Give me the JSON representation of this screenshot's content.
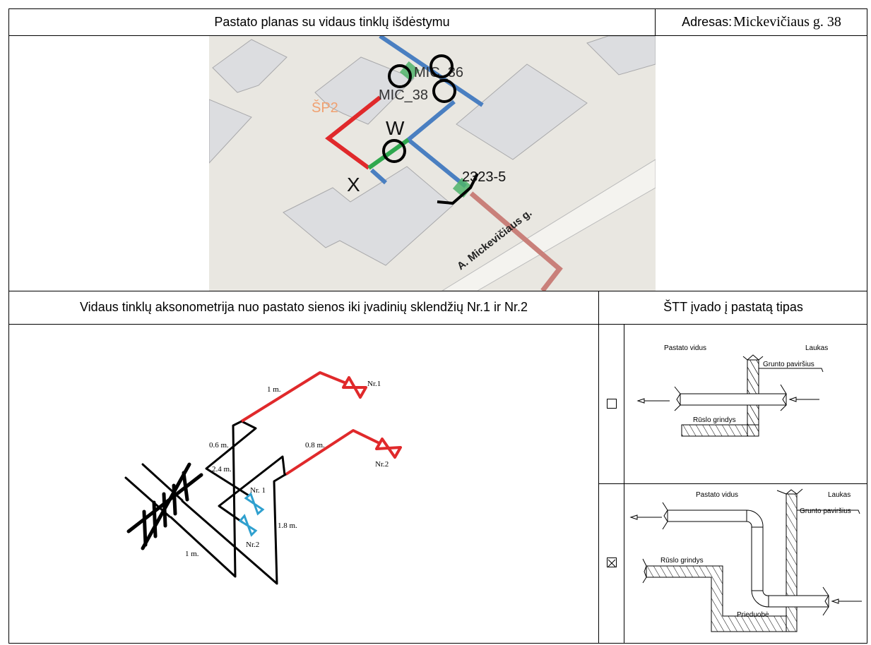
{
  "header": {
    "title": "Pastato planas su vidaus tinklų išdėstymu",
    "address_label": "Adresas:",
    "address_value": "Mickevičiaus g. 38"
  },
  "map": {
    "labels": {
      "mic36": "MIC_36",
      "mic38": "MIC_38",
      "sp2": "ŠP2",
      "w": "W",
      "x": "X",
      "node": "2323-5",
      "street": "A. Mickevičiaus g."
    },
    "colors": {
      "supply": "#e0292b",
      "return": "#4a7fc1",
      "link": "#2fa84f",
      "street_pipe": "#c9807a",
      "sp2": "#f0a070"
    }
  },
  "axonometry": {
    "title": "Vidaus tinklų aksonometrija nuo pastato sienos iki įvadinių sklendžių Nr.1 ir Nr.2",
    "dims": [
      "1 m.",
      "0.6 m.",
      "2.4 m.",
      "0.8 m.",
      "1.8 m.",
      "1 m."
    ],
    "valves_red": [
      "Nr.1",
      "Nr.2"
    ],
    "valves_blue": [
      "Nr. 1",
      "Nr.2"
    ]
  },
  "entry_type": {
    "title": "ŠTT įvado į pastatą tipas",
    "options": [
      {
        "checked": false,
        "inside": "Pastato vidus",
        "outside": "Laukas",
        "ground": "Grunto paviršius",
        "floor": "Rūslo grindys"
      },
      {
        "checked": true,
        "inside": "Pastato vidus",
        "outside": "Laukas",
        "ground": "Grunto paviršius",
        "floor": "Rūslo grindys",
        "pit": "Prieduobė"
      }
    ]
  }
}
